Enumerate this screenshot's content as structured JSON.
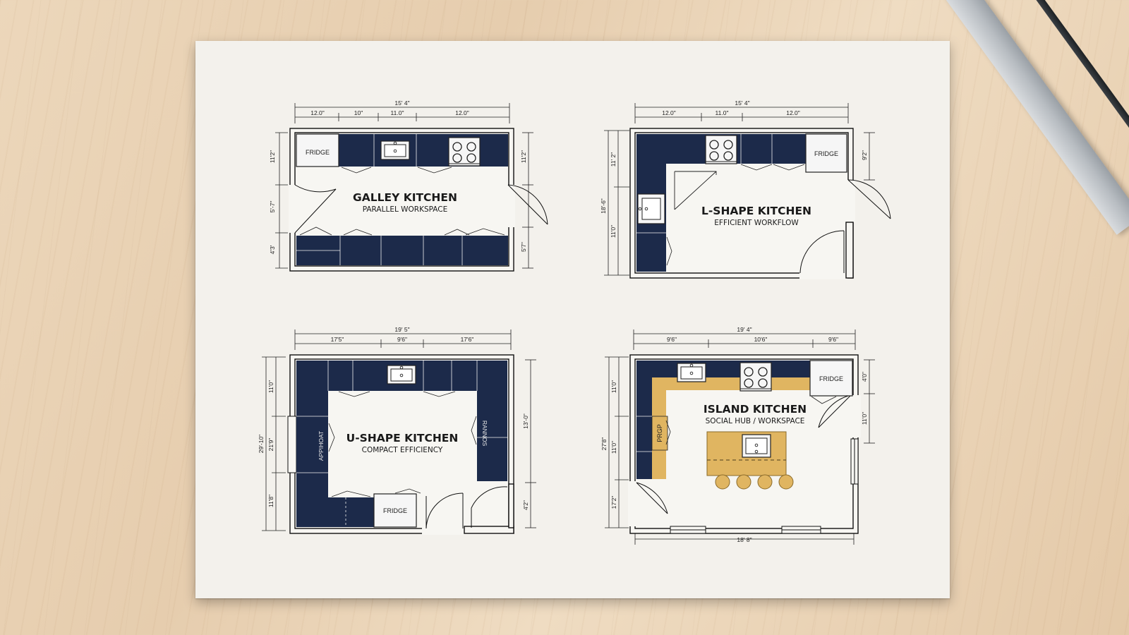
{
  "colors": {
    "cabinet": "#1c2a4a",
    "island": "#e0b561",
    "wall": "#111111",
    "paper": "#f3f1ec"
  },
  "plans": {
    "galley": {
      "title": "GALLEY KITCHEN",
      "subtitle": "PARALLEL WORKSPACE",
      "fridge": "FRIDGE",
      "dims": {
        "total": "15' 4\"",
        "seg1": "12.0\"",
        "seg2": "10\"",
        "seg3": "11.0\"",
        "seg4": "12.0\"",
        "left1": "11'2\"",
        "left2": "5'-7\"",
        "left3": "4'3'",
        "right1": "11'2\"",
        "right2": "5'7\""
      }
    },
    "lshape": {
      "title": "L-SHAPE KITCHEN",
      "subtitle": "EFFICIENT WORKFLOW",
      "fridge": "FRIDGE",
      "dims": {
        "total": "15' 4\"",
        "seg1": "12.0\"",
        "seg2": "11.0\"",
        "seg3": "12.0\"",
        "left_total": "18'-6\"",
        "left1": "11' 2\"",
        "left2": "11'0\"",
        "right1": "9'2\""
      }
    },
    "ushape": {
      "title": "U-SHAPE KITCHEN",
      "subtitle": "COMPACT EFFICIENCY",
      "fridge": "FRIDGE",
      "left_label": "APPIHOAT",
      "right_label": "RANNOS",
      "dims": {
        "total": "19' 5\"",
        "seg1": "17'5\"",
        "seg2": "9'6\"",
        "seg3": "17'6\"",
        "left_total": "29'-10\"",
        "left1": "11'0\"",
        "left2": "21'9\"",
        "left3": "11'8\"",
        "right1": "13'-0\"",
        "right2": "4'2\""
      }
    },
    "island": {
      "title": "ISLAND KITCHEN",
      "subtitle": "SOCIAL HUB / WORKSPACE",
      "fridge": "FRIDGE",
      "side_label": "PRGP",
      "dims": {
        "total": "19' 4\"",
        "seg1": "9'6\"",
        "seg2": "10'6\"",
        "seg3": "9'6\"",
        "left_total": "27'8\"",
        "left1": "11'0\"",
        "left2": "11'0\"",
        "left3": "17'2\"",
        "right1": "4'0\"",
        "right2": "11'0\"",
        "bottom": "18' 8\""
      }
    }
  }
}
